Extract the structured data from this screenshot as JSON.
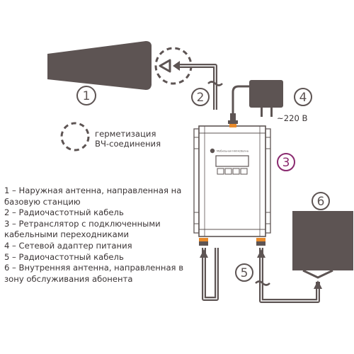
{
  "labels": {
    "n1": "1",
    "n2": "2",
    "n3": "3",
    "n4": "4",
    "n5": "5",
    "n6": "6",
    "tilde": "~"
  },
  "seal_label": {
    "line1": "герметизация",
    "line2": "ВЧ-соединения"
  },
  "power_label": "~220 В",
  "device_brand": "Мобильная НяпясВолна",
  "legend": [
    "1 – Наружная антенна, направленная на",
    "базовую станцию",
    "2 – Радиочастотный кабель",
    "3 – Ретранслятор с подключенными",
    "кабельными переходниками",
    "4 – Сетевой адаптер питания",
    "5 – Радиочастотный кабель",
    "6 – Внутренняя антенна, направленная в",
    "зону обслуживания абонента"
  ],
  "colors": {
    "dark": "#5d5453",
    "accent": "#8a2a6f",
    "orange": "#e88a2a",
    "text": "#3b3536"
  }
}
